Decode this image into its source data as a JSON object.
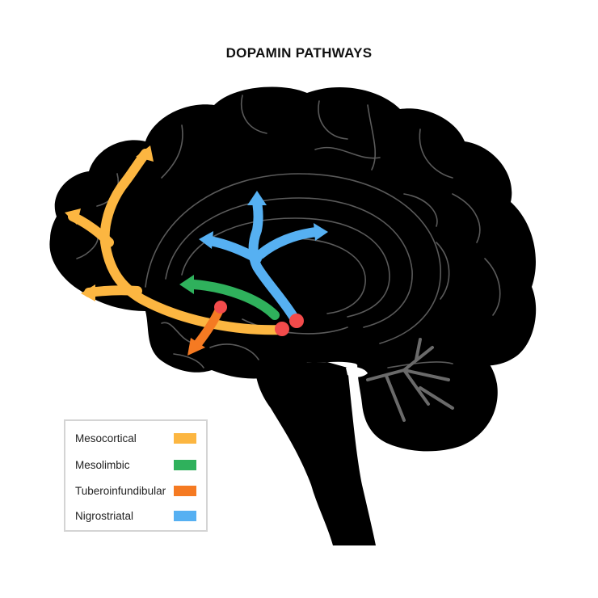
{
  "title": "DOPAMIN PATHWAYS",
  "colors": {
    "brain": "#000000",
    "gyri": "#5a5a5a",
    "nucleus": "#f24b4b"
  },
  "legend": {
    "items": [
      {
        "label": "Mesocortical",
        "color": "#fcb641"
      },
      {
        "label": "Mesolimbic",
        "color": "#2fb15c"
      },
      {
        "label": "Tuberoinfundibular",
        "color": "#f57a22"
      },
      {
        "label": "Nigrostriatal",
        "color": "#56b0f2"
      }
    ]
  }
}
